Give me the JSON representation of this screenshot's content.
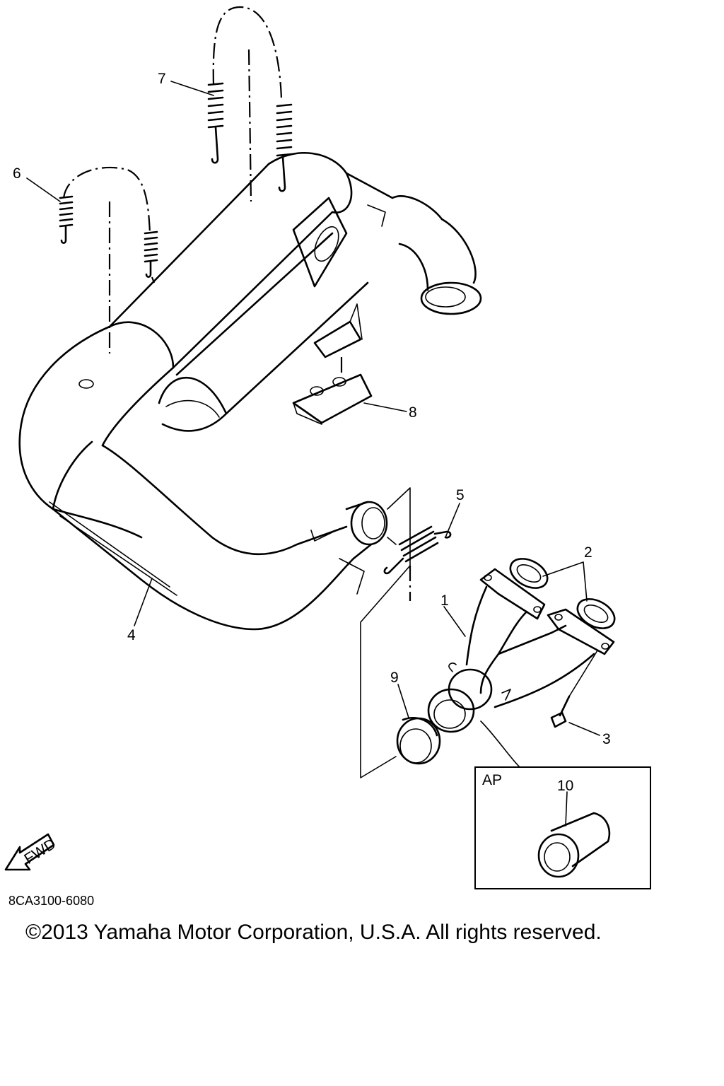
{
  "diagram": {
    "parts": [
      {
        "id": 1,
        "label": "1"
      },
      {
        "id": 2,
        "label": "2"
      },
      {
        "id": 3,
        "label": "3"
      },
      {
        "id": 4,
        "label": "4"
      },
      {
        "id": 5,
        "label": "5"
      },
      {
        "id": 6,
        "label": "6"
      },
      {
        "id": 7,
        "label": "7"
      },
      {
        "id": 8,
        "label": "8"
      },
      {
        "id": 9,
        "label": "9"
      },
      {
        "id": 10,
        "label": "10"
      }
    ],
    "inset_label": "AP",
    "fwd_label": "FWD"
  },
  "footer": {
    "code": "8CA3100-6080",
    "copyright": "©2013 Yamaha Motor Corporation, U.S.A. All rights reserved."
  }
}
